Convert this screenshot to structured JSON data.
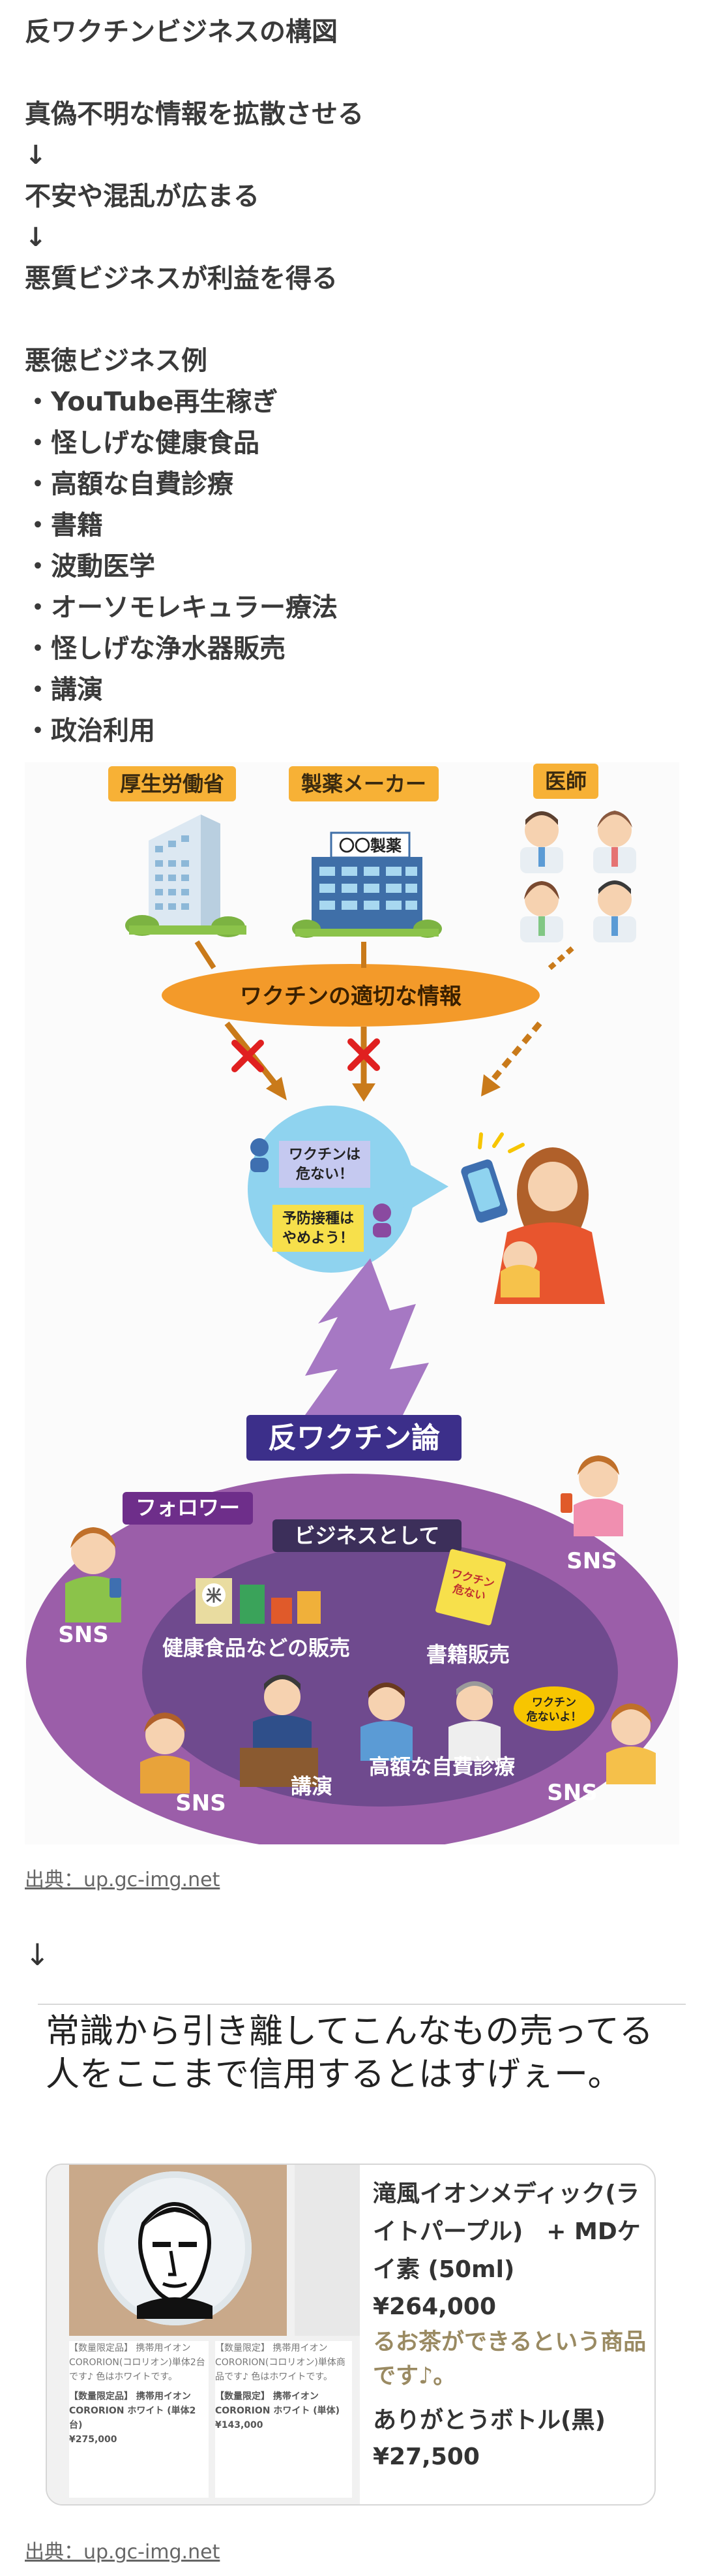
{
  "intro": {
    "lines": [
      "反ワクチンビジネスの構図",
      "",
      "真偽不明な情報を拡散させる",
      "↓",
      "不安や混乱が広まる",
      "↓",
      "悪質ビジネスが利益を得る",
      "",
      "悪徳ビジネス例",
      "・YouTube再生稼ぎ",
      "・怪しげな健康食品",
      "・高額な自費診療",
      "・書籍",
      "・波動医学",
      "・オーソモレキュラー療法",
      "・怪しげな浄水器販売",
      "・講演",
      "・政治利用"
    ]
  },
  "infographic": {
    "mhlw": "厚生労働省",
    "pharma": "製薬メーカー",
    "pharma_sign": "〇〇製薬",
    "doctors": "医師",
    "proper_info": "ワクチンの適切な情報",
    "bubble1": [
      "ワクチンは",
      "危ない！"
    ],
    "bubble2": [
      "予防接種は",
      "やめよう！"
    ],
    "anti_vax_title": "反ワクチン論",
    "follower": "フォロワー",
    "as_business": "ビジネスとして",
    "health_food": "健康食品などの販売",
    "book_sales": "書籍販売",
    "book_cover": [
      "ワクチン",
      "危ない"
    ],
    "lecture": "講演",
    "expensive_clinic": "高額な自費診療",
    "sns": "SNS",
    "small_bubble": [
      "ワクチン",
      "危ないよ！"
    ],
    "rice_char": "米"
  },
  "source1": {
    "label": "出典：",
    "link": "up.gc-img.net"
  },
  "arrow2": "↓",
  "tweet": {
    "text": "常識から引き離してこんなもの売ってる人をここまで信用するとはすげぇー。"
  },
  "card": {
    "left_products": [
      {
        "title": "【数量限定品】 携帯用イオンCORORION(コロリオン)単体2台です♪ 色はホワイトです。",
        "name": "【数量限定品】 携帯用イオンCORORION ホワイト (単体2台)",
        "price": "¥275,000"
      },
      {
        "title": "【数量限定】 携帯用イオンCORORION(コロリオン)単体商品です♪ 色はホワイトです。",
        "name": "【数量限定】 携帯イオンCORORION ホワイト (単体)",
        "price": "¥143,000"
      }
    ],
    "right_title": "滝風イオンメディック(ライトパープル)　+ MDケイ素 (50ml)",
    "right_price": "¥264,000",
    "right_desc": "るお茶ができるという商品です♪。",
    "right_title2": "ありがとうボトル(黒)",
    "right_price2": "¥27,500"
  },
  "source2": {
    "label": "出典：",
    "link": "up.gc-img.net"
  },
  "colors": {
    "text": "#3a3a3a",
    "orange": "#f39a2a",
    "purple": "#9b5ea9",
    "dark_purple": "#5a3a78",
    "light_blue": "#8fd3ef",
    "yellow": "#f7e04b",
    "red_x": "#e02020"
  }
}
